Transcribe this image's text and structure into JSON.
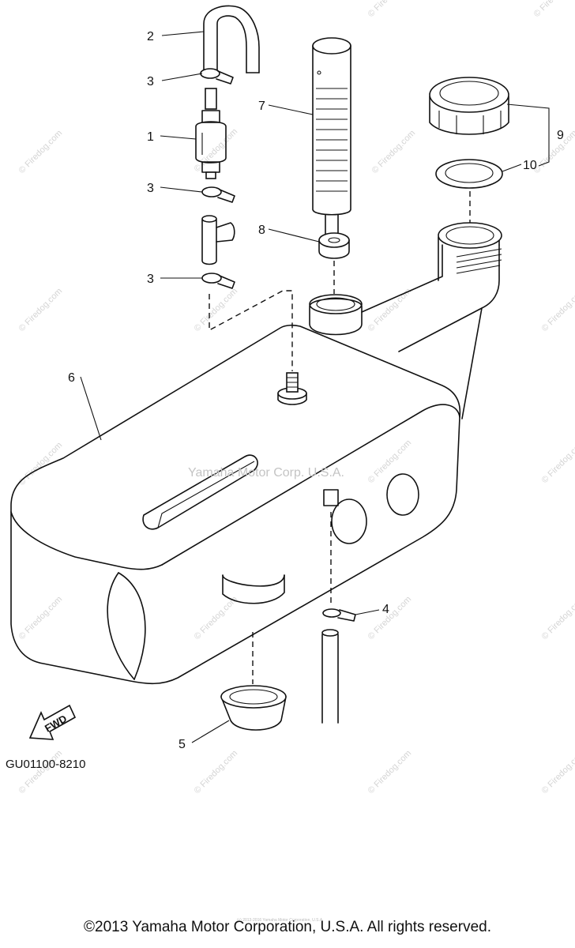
{
  "callouts": [
    "1",
    "2",
    "3",
    "4",
    "5",
    "6",
    "7",
    "8",
    "9",
    "10"
  ],
  "diagram_code": "GU01100-8210",
  "fwd_label": "FWD",
  "center_watermark": "Yamaha Motor Corp. U.S.A.",
  "site_watermark": "© Firedog.com",
  "copyright": "©2013 Yamaha Motor Corporation, U.S.A. All rights reserved.",
  "tiny_credit": "(c) 2013-2016 Yamaha Motor Corporation, U.S.A."
}
